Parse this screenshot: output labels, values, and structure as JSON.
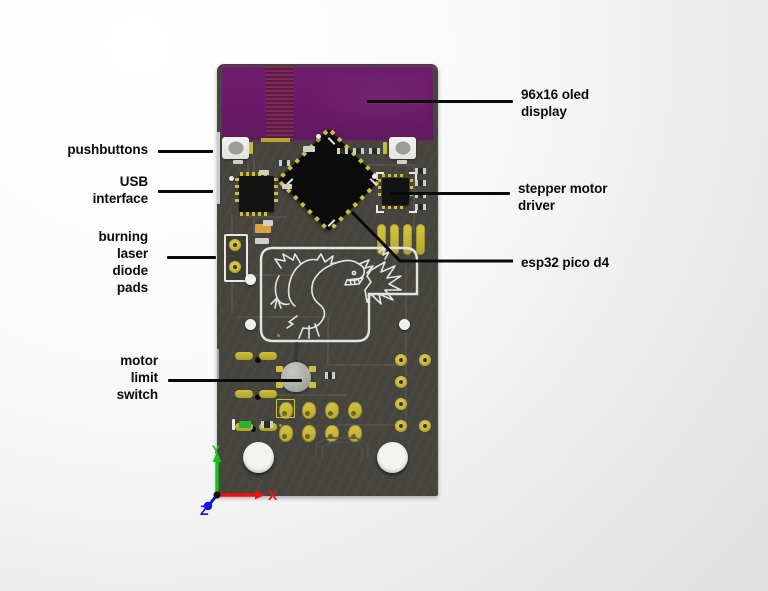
{
  "scene": {
    "title": "PCB annotated render",
    "background_from": "#ffffff",
    "background_to": "#e0e0e0"
  },
  "board": {
    "soldermask_color": "#46443f",
    "pad_color": "#c9b93a",
    "display_color": "#6b1a6b",
    "silkscreen_color": "#e8e8e4"
  },
  "annotations": [
    {
      "id": "pushbuttons",
      "label": "pushbuttons",
      "side": "left",
      "align": "right"
    },
    {
      "id": "usb-interface",
      "label": "USB\ninterface",
      "side": "left",
      "align": "right"
    },
    {
      "id": "burning-laser-diode-pads",
      "label": "burning\nlaser\ndiode\npads",
      "side": "left",
      "align": "right"
    },
    {
      "id": "motor-limit-switch",
      "label": "motor\nlimit\nswitch",
      "side": "left",
      "align": "right"
    },
    {
      "id": "oled-display",
      "label": "96x16 oled\ndisplay",
      "side": "right",
      "align": "left"
    },
    {
      "id": "stepper-motor-driver",
      "label": "stepper motor\ndriver",
      "side": "right",
      "align": "left"
    },
    {
      "id": "esp32-pico-d4",
      "label": "esp32 pico d4",
      "side": "right",
      "align": "left"
    }
  ],
  "axis_gizmo": {
    "x_label": "X",
    "y_label": "Y",
    "z_label": "Z",
    "x_color": "#ee1111",
    "y_color": "#11cc11",
    "z_color": "#1111dd"
  }
}
